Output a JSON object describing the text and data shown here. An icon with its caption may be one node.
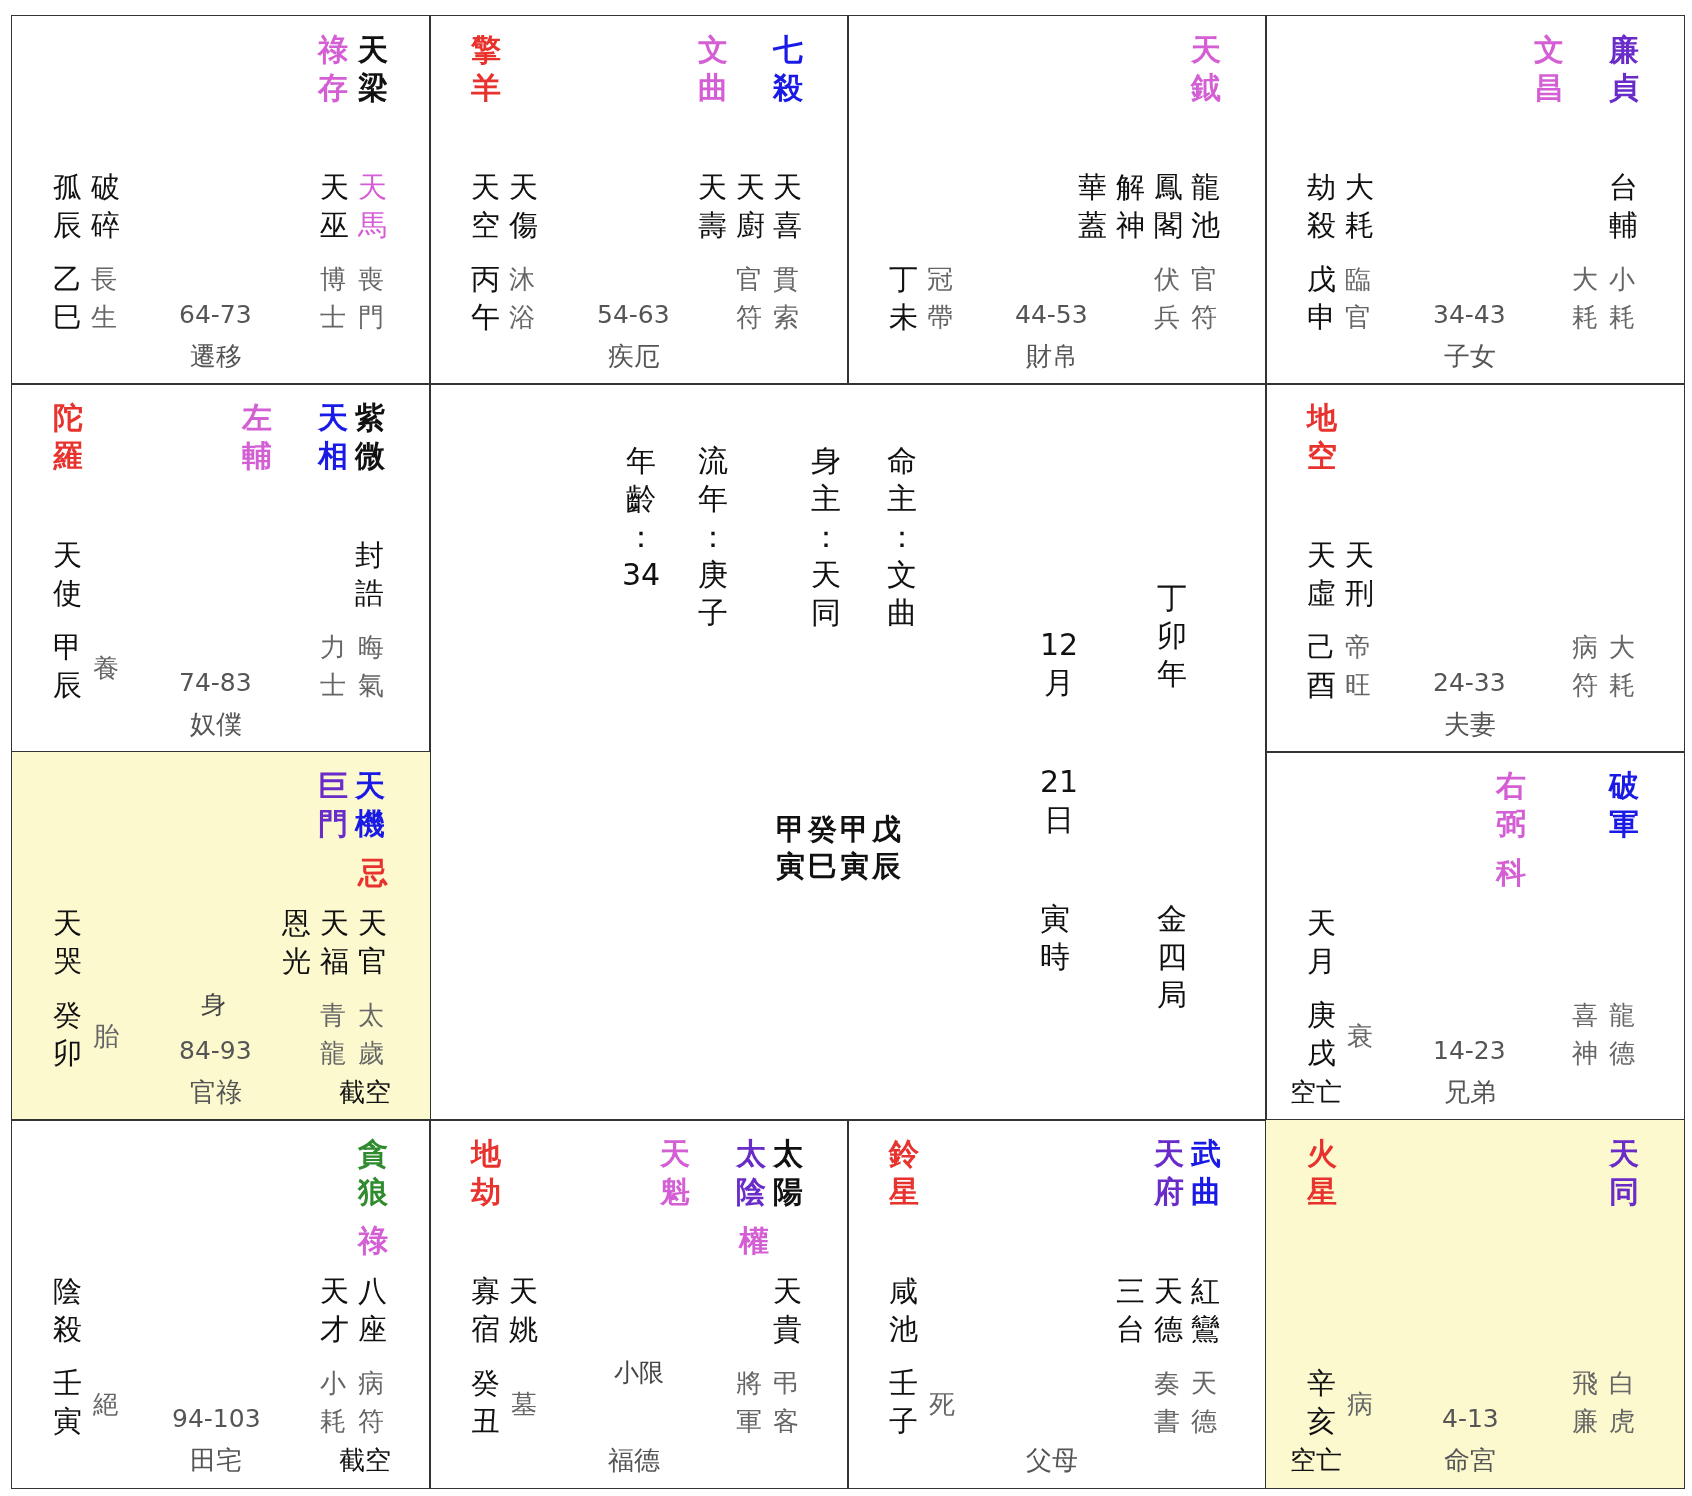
{
  "diagram": {
    "nodes": [
      {
        "text": [
          "祿存",
          "天梁",
          "孤辰",
          "破碎",
          "天巫",
          "天馬",
          "乙巳",
          "長生",
          "博士",
          "喪門",
          "64-73",
          "遷移"
        ]
      },
      {
        "text": [
          "擎羊",
          "文曲",
          "七殺",
          "天空",
          "天傷",
          "天壽",
          "天廚",
          "天喜",
          "丙午",
          "沐浴",
          "官符",
          "貫索",
          "54-63",
          "疾厄"
        ]
      },
      {
        "text": [
          "天鉞",
          "華蓋",
          "解神",
          "鳳閣",
          "龍池",
          "丁未",
          "冠帶",
          "伏兵",
          "官符",
          "44-53",
          "財帛"
        ]
      },
      {
        "text": [
          "文昌",
          "廉貞",
          "劫殺",
          "大耗",
          "台輔",
          "戊申",
          "臨官",
          "大耗",
          "小耗",
          "34-43",
          "子女"
        ]
      },
      {
        "text": [
          "陀羅",
          "左輔",
          "天相",
          "紫微",
          "天使",
          "封誥",
          "甲辰",
          "養",
          "力士",
          "晦氣",
          "74-83",
          "奴僕"
        ]
      },
      {
        "text": [
          "年齡：34",
          "流年：庚子",
          "身主：天同",
          "命主：文曲",
          "甲癸甲戊",
          "寅巳寅辰",
          "12月",
          "21日",
          "寅時",
          "丁卯年",
          "金四局"
        ]
      },
      {
        "text": [
          "地空",
          "天虛",
          "天刑",
          "己酉",
          "帝旺",
          "病符",
          "大耗",
          "24-33",
          "夫妻"
        ]
      },
      {
        "text": [
          "巨門",
          "天機",
          "忌",
          "天哭",
          "恩光",
          "天福",
          "天官",
          "癸卯",
          "胎",
          "身",
          "青龍",
          "太歲",
          "84-93",
          "官祿",
          "截空"
        ]
      },
      {
        "text": [
          "右弼",
          "科",
          "破軍",
          "天月",
          "庚戌",
          "衰",
          "喜神",
          "龍德",
          "14-23",
          "空亡",
          "兄弟"
        ]
      },
      {
        "text": [
          "貪狼",
          "祿",
          "陰殺",
          "天才",
          "八座",
          "壬寅",
          "絕",
          "小耗",
          "病符",
          "94-103",
          "田宅",
          "截空"
        ]
      },
      {
        "text": [
          "地劫",
          "天魁",
          "太陰",
          "太陽",
          "權",
          "寡宿",
          "天姚",
          "天貴",
          "癸丑",
          "墓",
          "小限",
          "將軍",
          "弔客",
          "福德"
        ]
      },
      {
        "text": [
          "鈴星",
          "天府",
          "武曲",
          "咸池",
          "三台",
          "天德",
          "紅鸞",
          "壬子",
          "死",
          "奏書",
          "天德",
          "父母"
        ]
      },
      {
        "text": [
          "火星",
          "天同",
          "辛亥",
          "病",
          "飛廉",
          "白虎",
          "4-13",
          "空亡",
          "命宮"
        ]
      }
    ]
  }
}
